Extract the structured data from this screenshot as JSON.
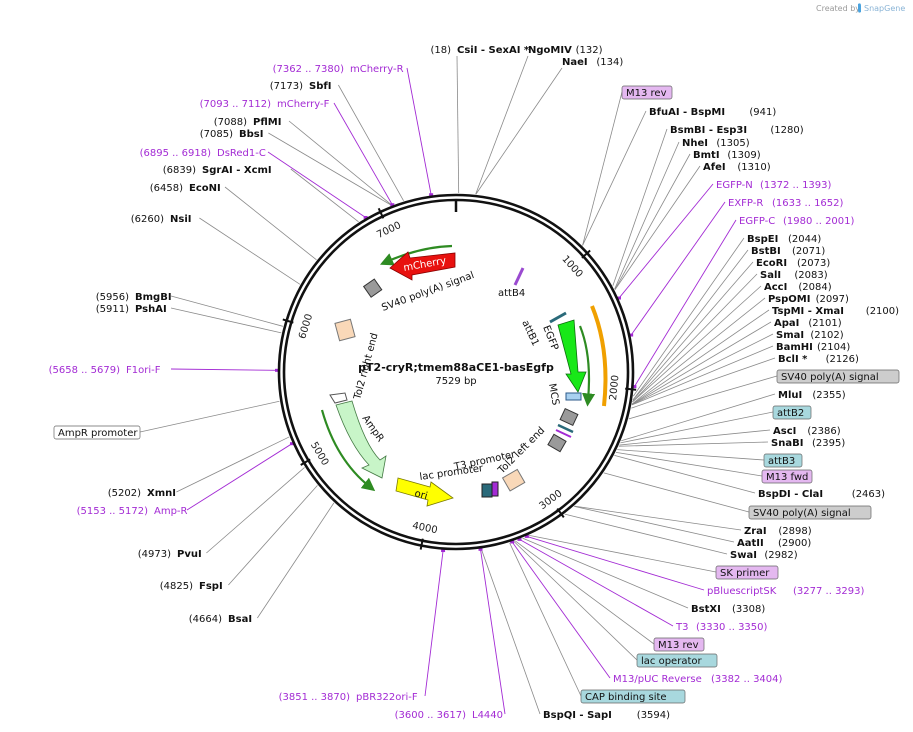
{
  "credit": {
    "text": "Created by",
    "brand": "SnapGene"
  },
  "plasmid": {
    "name": "pT2-cryR;tmem88aCE1-basEgfp",
    "length": "7529 bp"
  },
  "ticks": [
    "1000",
    "2000",
    "3000",
    "4000",
    "5000",
    "6000",
    "7000"
  ],
  "features": {
    "mCherry": "mCherry",
    "sv40_top": "SV40 poly(A) signal",
    "attB4": "attB4",
    "attB1": "attB1",
    "EGFP": "EGFP",
    "MCS": "MCS",
    "tol2_right": "Tol2 right end",
    "AmpR": "AmpR",
    "ori": "ori",
    "lac_promoter": "lac promoter",
    "T3_promoter": "T3 promoter",
    "tol2_left": "Tol2 left end"
  },
  "labels": {
    "CsiI": {
      "pre": "(18)",
      "name": "CsiI  - SexAI *"
    },
    "NgoMIV": {
      "name": "NgoMIV",
      "post": "(132)"
    },
    "NaeI": {
      "name": "NaeI",
      "post": "(134)"
    },
    "M13rev_top": {
      "box": "M13 rev"
    },
    "BfuAI": {
      "name": "BfuAI  - BspMI",
      "post": "(941)"
    },
    "BsmBI": {
      "name": "BsmBI  - Esp3I",
      "post": "(1280)"
    },
    "NheI": {
      "name": "NheI",
      "post": "(1305)"
    },
    "BmtI": {
      "name": "BmtI",
      "post": "(1309)"
    },
    "AfeI": {
      "name": "AfeI",
      "post": "(1310)"
    },
    "EGFPN": {
      "name": "EGFP-N",
      "post": "(1372 .. 1393)"
    },
    "EXFPR": {
      "name": "EXFP-R",
      "post": "(1633 .. 1652)"
    },
    "EGFPC": {
      "name": "EGFP-C",
      "post": "(1980 .. 2001)"
    },
    "BspEI": {
      "name": "BspEI",
      "post": "(2044)"
    },
    "BstBI": {
      "name": "BstBI",
      "post": "(2071)"
    },
    "EcoRI": {
      "name": "EcoRI",
      "post": "(2073)"
    },
    "SalI": {
      "name": "SalI",
      "post": "(2083)"
    },
    "AccI": {
      "name": "AccI",
      "post": "(2084)"
    },
    "PspOMI": {
      "name": "PspOMI",
      "post": "(2097)"
    },
    "TspMI": {
      "name": "TspMI  - XmaI",
      "post": "(2100)"
    },
    "ApaI": {
      "name": "ApaI",
      "post": "(2101)"
    },
    "SmaI": {
      "name": "SmaI",
      "post": "(2102)"
    },
    "BamHI": {
      "name": "BamHI",
      "post": "(2104)"
    },
    "BclI": {
      "name": "BclI *",
      "post": "(2126)"
    },
    "SV40_r1": {
      "box": "SV40 poly(A) signal"
    },
    "MluI": {
      "name": "MluI",
      "post": "(2355)"
    },
    "attB2": {
      "box": "attB2"
    },
    "AscI": {
      "name": "AscI",
      "post": "(2386)"
    },
    "SnaBI": {
      "name": "SnaBI",
      "post": "(2395)"
    },
    "attB3": {
      "box": "attB3"
    },
    "M13fwd": {
      "box": "M13 fwd"
    },
    "BspDI": {
      "name": "BspDI  - ClaI",
      "post": "(2463)"
    },
    "SV40_r2": {
      "box": "SV40 poly(A) signal"
    },
    "ZraI": {
      "name": "ZraI",
      "post": "(2898)"
    },
    "AatII": {
      "name": "AatII",
      "post": "(2900)"
    },
    "SwaI": {
      "name": "SwaI",
      "post": "(2982)"
    },
    "SKprimer": {
      "box": "SK primer"
    },
    "pBluescriptSK": {
      "name": "pBluescriptSK",
      "post": "(3277 .. 3293)"
    },
    "BstXI": {
      "name": "BstXI",
      "post": "(3308)"
    },
    "T3": {
      "name": "T3",
      "post": "(3330 .. 3350)"
    },
    "M13rev_b": {
      "box": "M13 rev"
    },
    "lacop": {
      "box": "lac operator"
    },
    "M13pUC": {
      "name": "M13/pUC Reverse",
      "post": "(3382 .. 3404)"
    },
    "CAP": {
      "box": "CAP binding site"
    },
    "BspQI": {
      "name": "BspQI  - SapI",
      "post": "(3594)"
    },
    "L4440": {
      "pre": "(3600 .. 3617)",
      "name": "L4440"
    },
    "pBR322": {
      "pre": "(3851 .. 3870)",
      "name": "pBR322ori-F"
    },
    "BsaI": {
      "pre": "(4664)",
      "name": "BsaI"
    },
    "FspI": {
      "pre": "(4825)",
      "name": "FspI"
    },
    "PvuI": {
      "pre": "(4973)",
      "name": "PvuI"
    },
    "AmpR": {
      "pre": "(5153 .. 5172)",
      "name": "Amp-R"
    },
    "XmnI": {
      "pre": "(5202)",
      "name": "XmnI"
    },
    "AmpRprom": {
      "box": "AmpR promoter"
    },
    "F1ori": {
      "pre": "(5658 .. 5679)",
      "name": "F1ori-F"
    },
    "PshAI": {
      "pre": "(5911)",
      "name": "PshAI"
    },
    "BmgBI": {
      "pre": "(5956)",
      "name": "BmgBI"
    },
    "NsiI": {
      "pre": "(6260)",
      "name": "NsiI"
    },
    "EcoNI": {
      "pre": "(6458)",
      "name": "EcoNI"
    },
    "SgrAI": {
      "pre": "(6839)",
      "name": "SgrAI  - XcmI"
    },
    "DsRed1C": {
      "pre": "(6895 .. 6918)",
      "name": "DsRed1-C"
    },
    "BbsI": {
      "pre": "(7085)",
      "name": "BbsI"
    },
    "PflMI": {
      "pre": "(7088)",
      "name": "PflMI"
    },
    "mCherryF": {
      "pre": "(7093 .. 7112)",
      "name": "mCherry-F"
    },
    "SbfI": {
      "pre": "(7173)",
      "name": "SbfI"
    },
    "mCherryR": {
      "pre": "(7362 .. 7380)",
      "name": "mCherry-R"
    }
  },
  "colors": {
    "primer": "#a32bd4",
    "mcherry": "#e8110f",
    "egfp": "#18e818",
    "ampr": "#c8f5c8",
    "ori": "#ffff00",
    "grey_box": "#cdcdcd",
    "teal_box": "#a8d8de",
    "purple_box": "#e4b8f0"
  }
}
